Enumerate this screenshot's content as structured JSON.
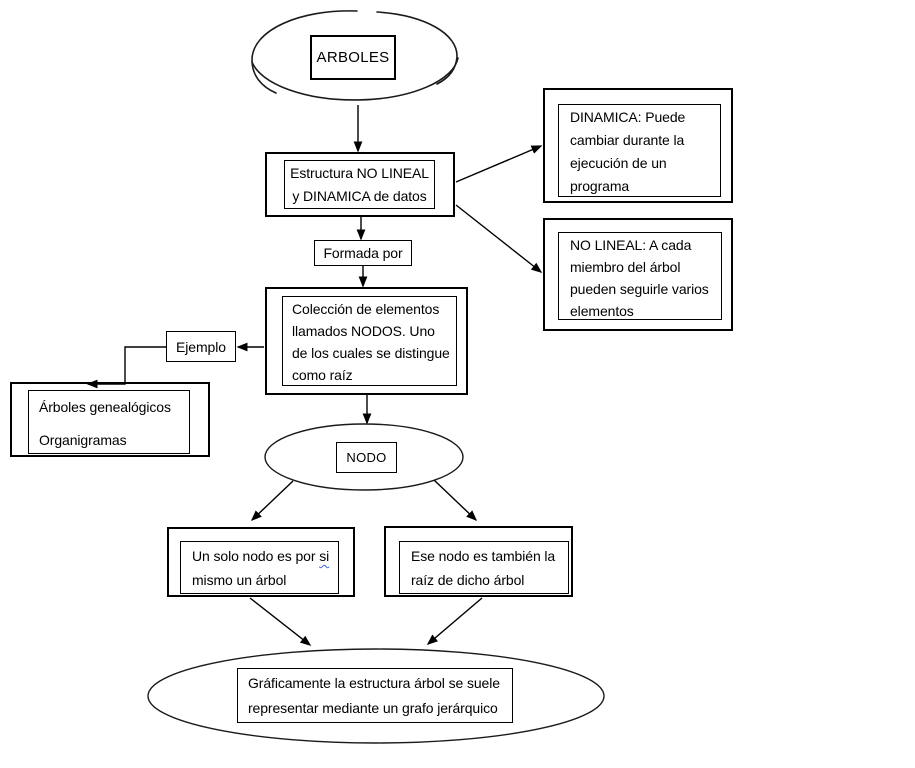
{
  "diagram": {
    "subject": "Mapa conceptual de árboles (estructura de datos)",
    "colors": {
      "stroke": "#000000",
      "text": "#000000",
      "spellcheck_squiggle": "#4169e1",
      "background": "#ffffff"
    },
    "nodes": {
      "arboles": {
        "label": "ARBOLES"
      },
      "estructura": {
        "lines": [
          "Estructura NO LINEAL",
          "y DINAMICA de datos"
        ]
      },
      "dinamica": {
        "lines": [
          "DINAMICA: Puede",
          "cambiar durante la",
          "ejecución de un",
          "programa"
        ]
      },
      "no_lineal": {
        "lines": [
          "NO LINEAL: A cada",
          "miembro del árbol",
          "pueden seguirle varios",
          "elementos"
        ]
      },
      "formada_por": {
        "label": "Formada por"
      },
      "coleccion": {
        "lines": [
          "Colección de elementos",
          "llamados NODOS. Uno",
          "de los cuales se distingue",
          "como raíz"
        ]
      },
      "ejemplo": {
        "label": "Ejemplo"
      },
      "ejemplos_lista": {
        "lines": [
          "Árboles genealógicos",
          "Organigramas"
        ]
      },
      "nodo": {
        "label": "NODO"
      },
      "un_solo_nodo": {
        "line1_pre": "Un solo nodo es por",
        "line1_typo": "si",
        "line2": "mismo un árbol"
      },
      "ese_nodo": {
        "lines": [
          "Ese nodo es también la",
          "raíz de dicho árbol"
        ]
      },
      "graficamente": {
        "lines": [
          "Gráficamente la estructura árbol se suele",
          "representar mediante un grafo jerárquico"
        ]
      }
    }
  }
}
